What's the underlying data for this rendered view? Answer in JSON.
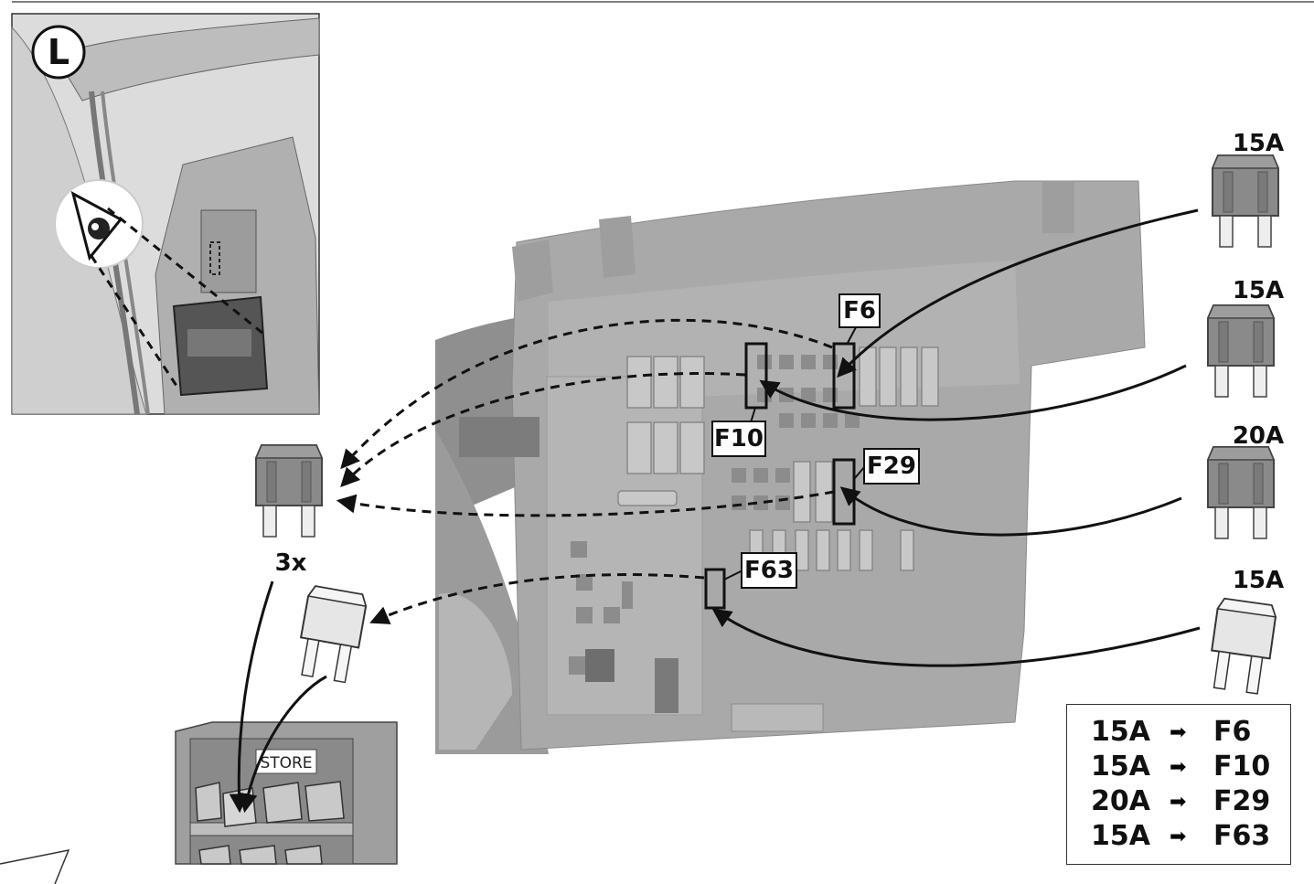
{
  "inset": {
    "side_label": "L"
  },
  "removed_fuses": {
    "count_label": "3x"
  },
  "store_label": "STORE",
  "callouts": [
    {
      "id": "F6",
      "label": "F6"
    },
    {
      "id": "F10",
      "label": "F10"
    },
    {
      "id": "F29",
      "label": "F29"
    },
    {
      "id": "F63",
      "label": "F63"
    }
  ],
  "new_fuses": [
    {
      "rating": "15A",
      "target": "F6"
    },
    {
      "rating": "15A",
      "target": "F10"
    },
    {
      "rating": "20A",
      "target": "F29"
    },
    {
      "rating": "15A",
      "target": "F63"
    }
  ],
  "legend": {
    "arrow_glyph": "➡",
    "rows": [
      {
        "amp": "15A",
        "fuse": "F6"
      },
      {
        "amp": "15A",
        "fuse": "F10"
      },
      {
        "amp": "20A",
        "fuse": "F29"
      },
      {
        "amp": "15A",
        "fuse": "F63"
      }
    ]
  },
  "colors": {
    "panel_gray": "#a9a9a9",
    "panel_dark": "#8d8d8d",
    "fuse_dark": "#8a8a8a",
    "fuse_light": "#e6e6e6",
    "line": "#111111"
  }
}
